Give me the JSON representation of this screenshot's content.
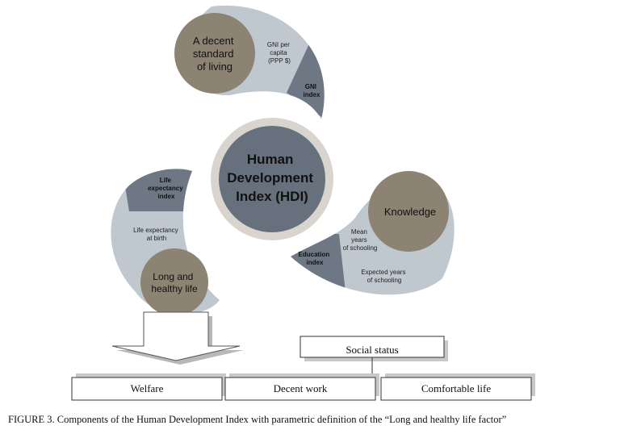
{
  "center": {
    "lines": [
      "Human",
      "Development",
      "Index (HDI)"
    ]
  },
  "living": {
    "dimension_lines": [
      "A decent",
      "standard",
      "of living"
    ],
    "indicator_lines": [
      "GNI per",
      "capita",
      "(PPP $)"
    ],
    "index_lines": [
      "GNI",
      "index"
    ]
  },
  "health": {
    "dimension_lines": [
      "Long and",
      "healthy life"
    ],
    "indicator_lines": [
      "Life expectancy",
      "at birth"
    ],
    "index_lines": [
      "Life",
      "expectancy",
      "index"
    ]
  },
  "knowledge": {
    "dimension_lines": [
      "Knowledge"
    ],
    "indicator1_lines": [
      "Mean",
      "years",
      "of schooling"
    ],
    "indicator2_lines": [
      "Expected years",
      "of schooling"
    ],
    "index_lines": [
      "Education",
      "index"
    ]
  },
  "factors": {
    "social_status": "Social status",
    "welfare": "Welfare",
    "decent_work": "Decent work",
    "comfortable_life": "Comfortable life"
  },
  "caption": "FIGURE 3. Components of the Human Development Index with parametric definition of the “Long and healthy life factor”",
  "colors": {
    "petal": "#bfc7cf",
    "index_band": "#6d7884",
    "dimension_circle": "#8d8373",
    "center_fill": "#66717d",
    "center_ring": "#d9d5ce"
  }
}
